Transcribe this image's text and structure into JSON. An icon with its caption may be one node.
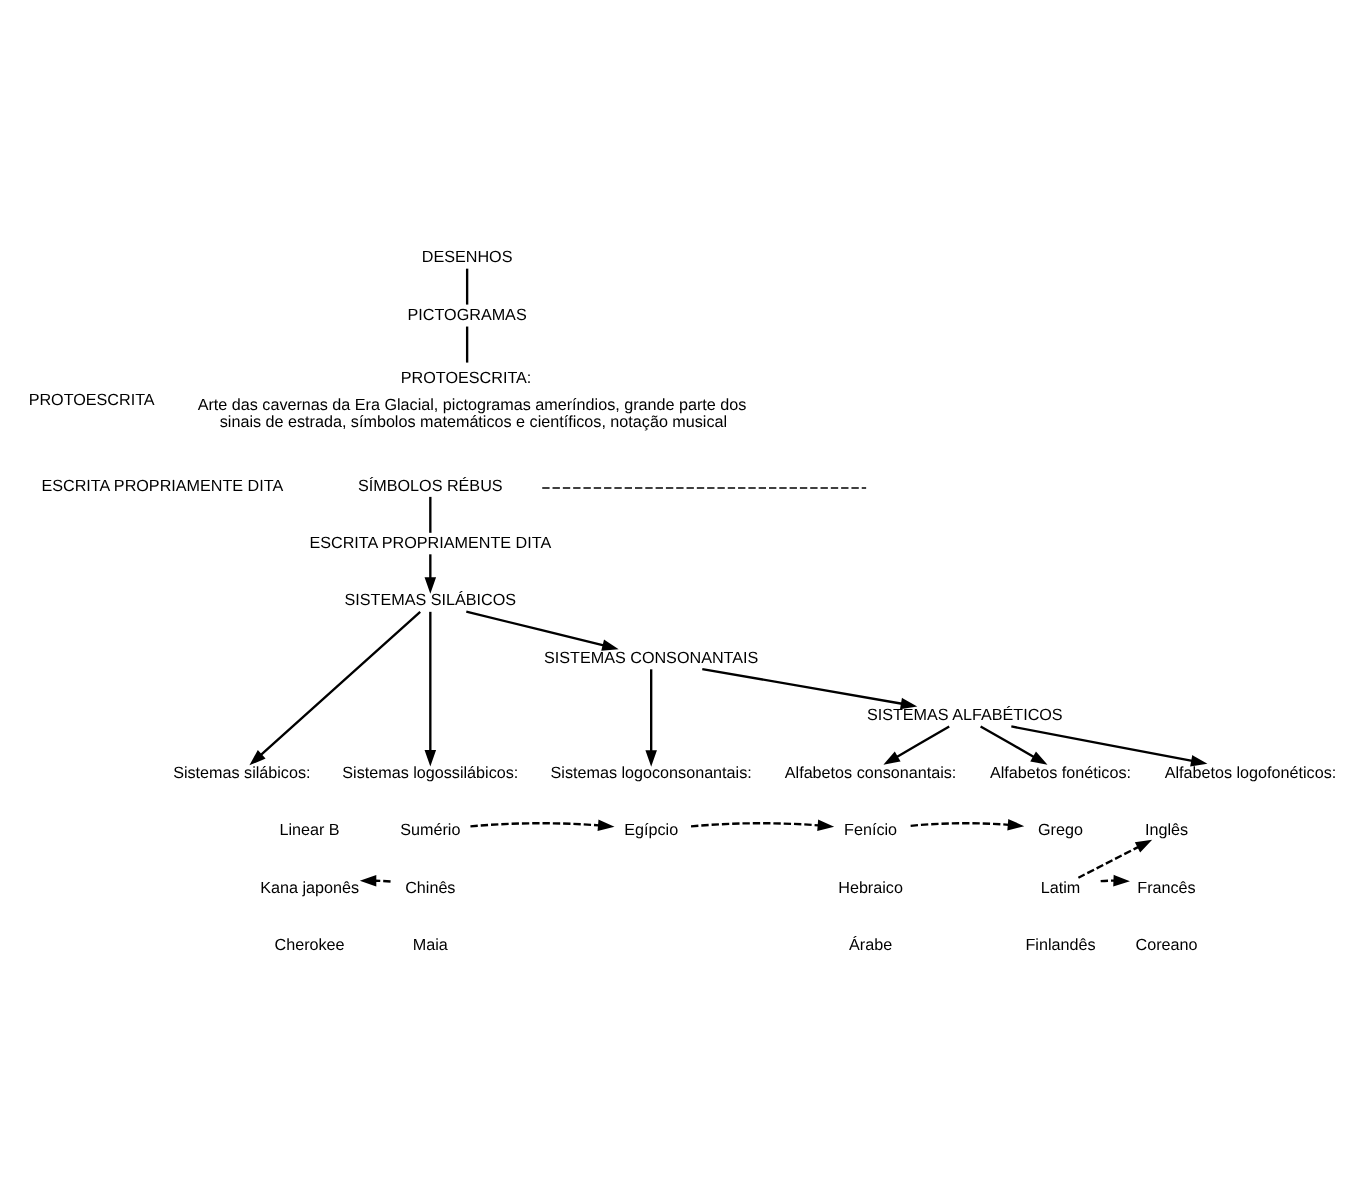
{
  "diagram": {
    "nodes": [
      {
        "text": [
          "DESENHOS"
        ]
      },
      {
        "text": [
          "PICTOGRAMAS"
        ]
      },
      {
        "text": [
          "PROTOESCRITA:",
          "Arte das cavernas da Era Glacial, pictogramas ameríndios, grande parte dos sinais de estrada, símbolos matemáticos e científicos, notação musical"
        ]
      },
      {
        "text": [
          "SÍMBOLOS RÉBUS"
        ]
      },
      {
        "text": [
          "ESCRITA PROPRIAMENTE DITA"
        ]
      },
      {
        "text": [
          "SISTEMAS SILÁBICOS"
        ]
      },
      {
        "text": [
          "SISTEMAS CONSONANTAIS"
        ]
      },
      {
        "text": [
          "SISTEMAS ALFABÉTICOS"
        ]
      },
      {
        "text": [
          "Sistemas silábicos:"
        ]
      },
      {
        "text": [
          "Sistemas logossilábicos:"
        ]
      },
      {
        "text": [
          "Sistemas logoconsonantais:"
        ]
      },
      {
        "text": [
          "Alfabetos consonantais:"
        ]
      },
      {
        "text": [
          "Alfabetos fonéticos:"
        ]
      },
      {
        "text": [
          "Alfabetos logofonéticos:"
        ]
      },
      {
        "text": [
          "Sumério"
        ]
      },
      {
        "text": [
          "Egípcio"
        ]
      },
      {
        "text": [
          "Fenício"
        ]
      },
      {
        "text": [
          "Grego"
        ]
      },
      {
        "text": [
          "Inglês"
        ]
      },
      {
        "text": [
          "Kana japonês"
        ]
      },
      {
        "text": [
          "Chinês"
        ]
      },
      {
        "text": [
          "Latim"
        ]
      },
      {
        "text": [
          "Francês"
        ]
      }
    ],
    "edges": [
      {
        "from": 0,
        "to": 1,
        "arrow": "none"
      },
      {
        "from": 1,
        "to": 2,
        "arrow": "none"
      },
      {
        "from": 3,
        "to": 4,
        "arrow": "none"
      },
      {
        "from": 4,
        "to": 5,
        "arrow": "to"
      },
      {
        "from": 5,
        "to": 6,
        "arrow": "to"
      },
      {
        "from": 5,
        "to": 8,
        "arrow": "to"
      },
      {
        "from": 5,
        "to": 9,
        "arrow": "to"
      },
      {
        "from": 6,
        "to": 10,
        "arrow": "to"
      },
      {
        "from": 6,
        "to": 7,
        "arrow": "to"
      },
      {
        "from": 7,
        "to": 11,
        "arrow": "to"
      },
      {
        "from": 7,
        "to": 12,
        "arrow": "to"
      },
      {
        "from": 7,
        "to": 13,
        "arrow": "to"
      },
      {
        "from": 14,
        "to": 15,
        "arrow": "to",
        "style": "dashed"
      },
      {
        "from": 15,
        "to": 16,
        "arrow": "to",
        "style": "dashed"
      },
      {
        "from": 16,
        "to": 17,
        "arrow": "to",
        "style": "dashed"
      },
      {
        "from": 20,
        "to": 19,
        "arrow": "to",
        "style": "dashed"
      },
      {
        "from": 21,
        "to": 18,
        "arrow": "to",
        "style": "dashed"
      },
      {
        "from": 21,
        "to": 22,
        "arrow": "to",
        "style": "dashed"
      }
    ],
    "labels": [
      "PROTOESCRITA",
      "ESCRITA PROPRIAMENTE DITA",
      "Linear B",
      "Hebraico",
      "Cherokee",
      "Maia",
      "Árabe",
      "Finlandês",
      "Coreano"
    ]
  }
}
